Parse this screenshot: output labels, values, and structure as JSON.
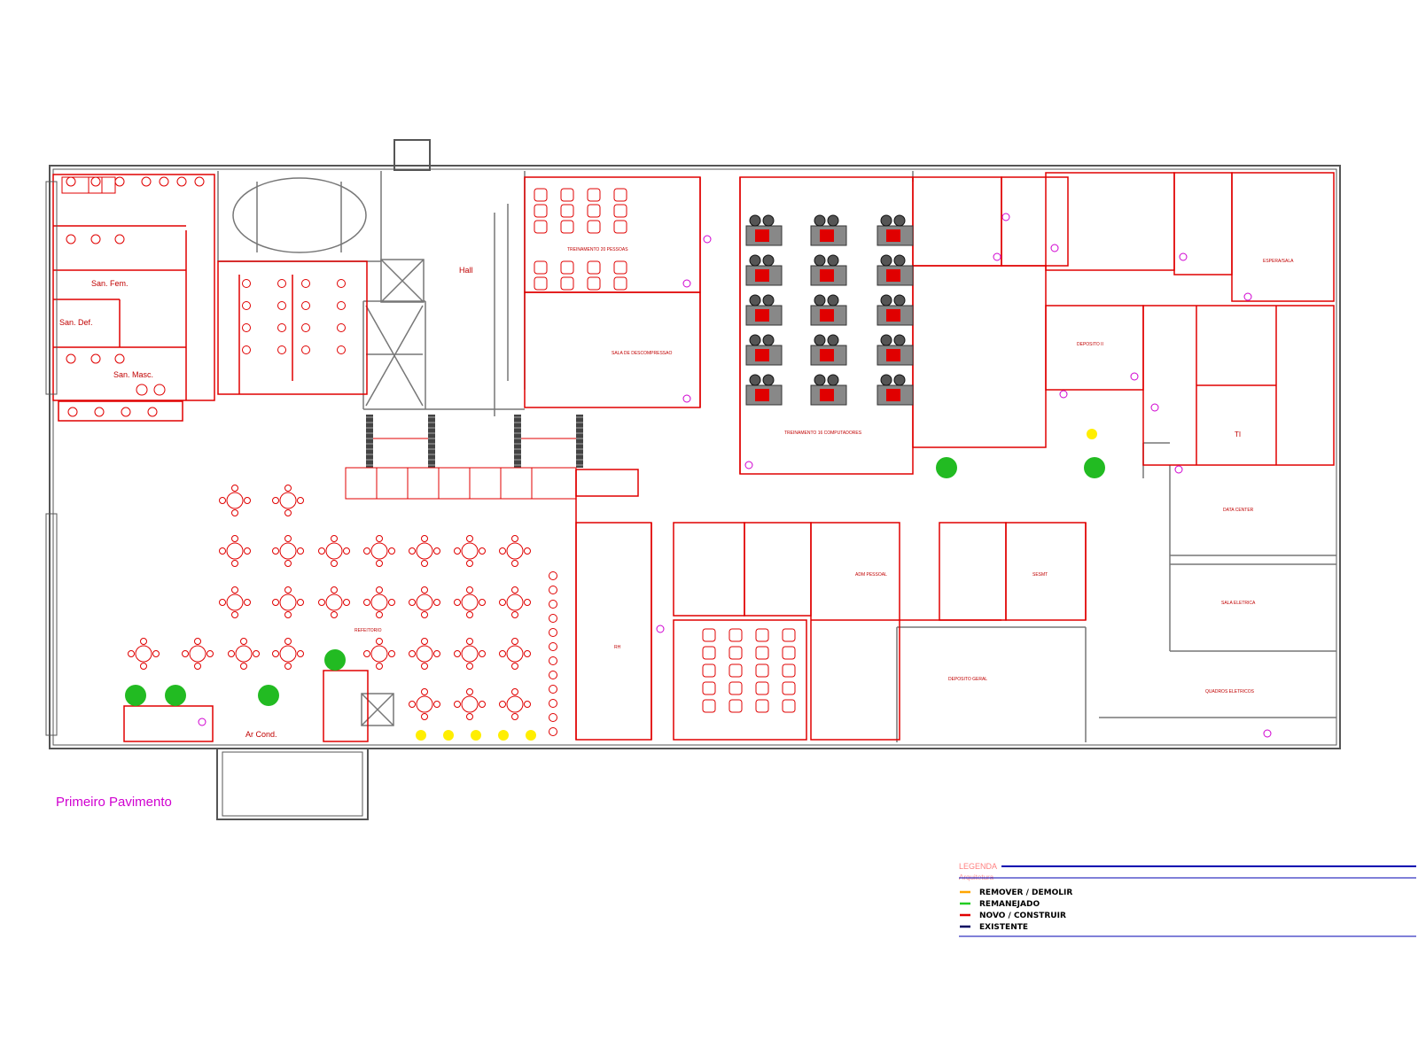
{
  "drawing": {
    "title": "Primeiro Pavimento",
    "colors": {
      "new": "#e00000",
      "existing": "#303030",
      "accent": "#d000d0",
      "plant": "#22bb22",
      "light": "#ffee00",
      "legend_line": "#0000b0"
    }
  },
  "rooms": {
    "san_fem": "San. Fem.",
    "san_def": "San. Def.",
    "san_masc": "San. Masc.",
    "hall": "Hall",
    "ar_cond": "Ar Cond.",
    "ti": "TI",
    "treinamento_pessoas": "TREINAMENTO 20 PESSOAS",
    "sala_descompressao": "SALA DE DESCOMPRESSAO",
    "treinamento_computadores": "TREINAMENTO 16 COMPUTADORES",
    "deposito_ii": "DEPOSITO II",
    "espera": "ESPERA/SALA",
    "data_center": "DATA CENTER",
    "sala_eletrica": "SALA ELETRICA",
    "quadros_eletricos": "QUADROS ELETRICOS",
    "deposito_geral": "DEPOSITO GERAL",
    "adm_pessoal": "ADM PESSOAL",
    "sesmt": "SESMT",
    "rh": "RH",
    "refeitorio": "REFEITORIO"
  },
  "legend": {
    "heading": "LEGENDA",
    "subheading": "Arquitetura",
    "items": [
      {
        "label": "REMOVER / DEMOLIR",
        "color": "#ffa500"
      },
      {
        "label": "REMANEJADO",
        "color": "#22cc22"
      },
      {
        "label": "NOVO / CONSTRUIR",
        "color": "#e00000"
      },
      {
        "label": "EXISTENTE",
        "color": "#000060"
      }
    ]
  }
}
